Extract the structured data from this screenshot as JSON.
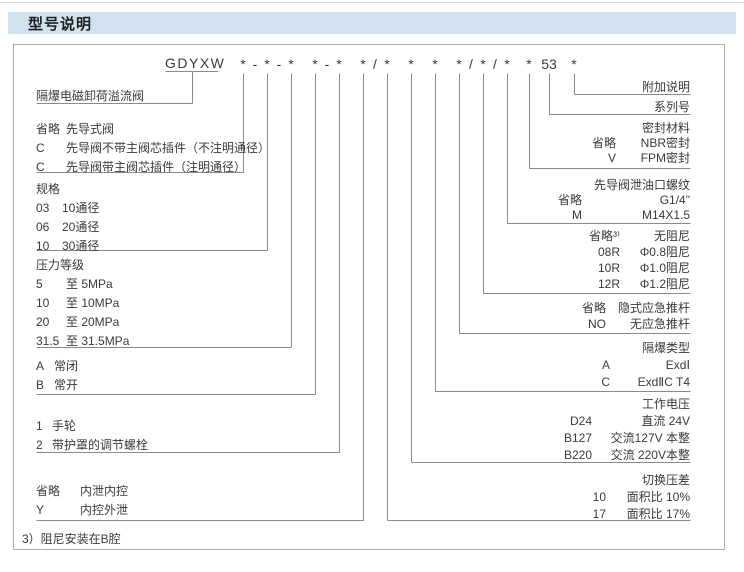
{
  "page": {
    "title": "型号说明"
  },
  "model_code": {
    "prefix": "GDYXW",
    "tokens": [
      "*",
      "-",
      "*",
      "-",
      "*",
      "*",
      "-",
      "*",
      "*",
      "/",
      "*",
      "*",
      "*",
      "*",
      "/",
      "*",
      "/",
      "*",
      "*",
      "53",
      "*"
    ]
  },
  "left_groups": [
    {
      "rows": [
        {
          "code": "",
          "desc": "隔爆电磁卸荷溢流阀"
        }
      ]
    },
    {
      "rows": [
        {
          "code": "省略",
          "desc": "先导式阀"
        },
        {
          "code": "C",
          "desc": "先导阀不带主阀芯插件（不注明通径）"
        },
        {
          "code": "C",
          "desc": "先导阀带主阀芯插件（注明通径）"
        }
      ]
    },
    {
      "rows": [
        {
          "code": "",
          "desc": "规格"
        },
        {
          "code": "03",
          "desc": "10通径"
        },
        {
          "code": "06",
          "desc": "20通径"
        },
        {
          "code": "10",
          "desc": "30通径"
        }
      ]
    },
    {
      "rows": [
        {
          "code": "",
          "desc": "压力等级"
        },
        {
          "code": "5",
          "desc": "至  5MPa"
        },
        {
          "code": "10",
          "desc": "至 10MPa"
        },
        {
          "code": "20",
          "desc": "至 20MPa"
        },
        {
          "code": "31.5",
          "desc": "至 31.5MPa"
        }
      ]
    },
    {
      "rows": [
        {
          "code": "A",
          "desc": "常闭"
        },
        {
          "code": "B",
          "desc": "常开"
        }
      ]
    },
    {
      "rows": [
        {
          "code": "1",
          "desc": "手轮"
        },
        {
          "code": "2",
          "desc": "带护罩的调节螺栓"
        }
      ]
    },
    {
      "rows": [
        {
          "code": "省略",
          "desc": "内泄内控"
        },
        {
          "code": "Y",
          "desc": "内控外泄"
        }
      ]
    }
  ],
  "right_groups": [
    {
      "rows": [
        {
          "code": "",
          "desc": "切换压差"
        },
        {
          "code": "10",
          "desc": "面积比  10%"
        },
        {
          "code": "17",
          "desc": "面积比  17%"
        }
      ]
    },
    {
      "rows": [
        {
          "code": "",
          "desc": "工作电压"
        },
        {
          "code": "D24",
          "desc": "直流 24V"
        },
        {
          "code": "B127",
          "desc": "交流127V 本整"
        },
        {
          "code": "B220",
          "desc": "交流 220V本整"
        }
      ]
    },
    {
      "rows": [
        {
          "code": "",
          "desc": "隔爆类型"
        },
        {
          "code": "A",
          "desc": "ExdⅠ"
        },
        {
          "code": "C",
          "desc": "ExdⅡC T4"
        }
      ]
    },
    {
      "rows": [
        {
          "code": "省略",
          "desc": "隐式应急推杆"
        },
        {
          "code": "NO",
          "desc": "无应急推杆"
        }
      ]
    },
    {
      "rows": [
        {
          "code": "省略³⁾",
          "desc": "无阻尼"
        },
        {
          "code": "08R",
          "desc": "Φ0.8阻尼"
        },
        {
          "code": "10R",
          "desc": "Φ1.0阻尼"
        },
        {
          "code": "12R",
          "desc": "Φ1.2阻尼"
        }
      ]
    },
    {
      "rows": [
        {
          "code": "",
          "desc": "先导阀泄油口螺纹"
        },
        {
          "code": "省略",
          "desc": "G1/4\""
        },
        {
          "code": "M",
          "desc": "M14X1.5"
        }
      ]
    },
    {
      "rows": [
        {
          "code": "",
          "desc": "密封材料"
        },
        {
          "code": "省略",
          "desc": "NBR密封"
        },
        {
          "code": "V",
          "desc": "FPM密封"
        }
      ]
    },
    {
      "rows": [
        {
          "code": "",
          "desc": "系列号"
        }
      ]
    },
    {
      "rows": [
        {
          "code": "",
          "desc": "附加说明"
        }
      ]
    }
  ],
  "footnote": "3）阻尼安装在B腔",
  "colors": {
    "header_bg": "#cfe2ee",
    "line": "#8a8a8a",
    "text": "#3a3a3a"
  }
}
